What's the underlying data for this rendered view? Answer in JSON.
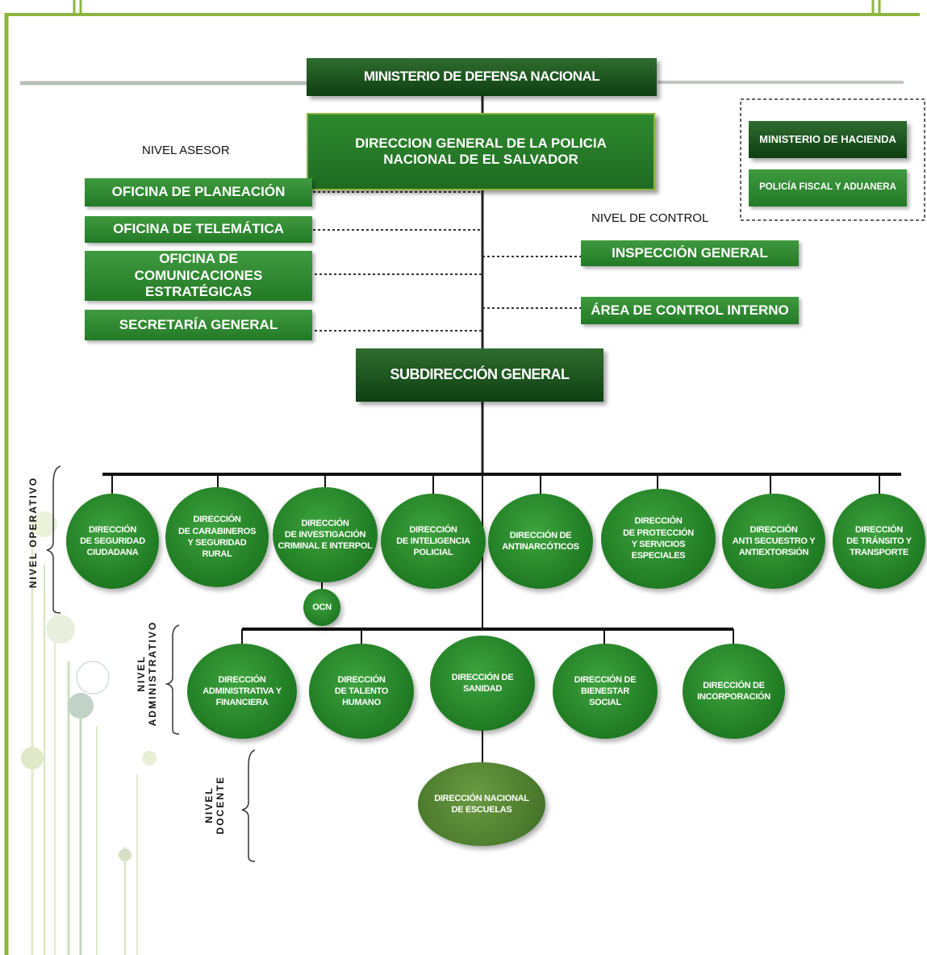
{
  "top": {
    "ministerio": "MINISTERIO DE DEFENSA NACIONAL",
    "direccion_general": "DIRECCION GENERAL DE LA POLICIA NACIONAL DE EL SALVADOR",
    "subdireccion": "SUBDIRECCIÓN GENERAL"
  },
  "asesor": {
    "label": "NIVEL ASESOR",
    "items": [
      "OFICINA DE PLANEACIÓN",
      "OFICINA DE TELEMÁTICA",
      "OFICINA DE COMUNICACIONES ESTRATÉGICAS",
      "SECRETARÍA GENERAL"
    ]
  },
  "control": {
    "label": "NIVEL DE CONTROL",
    "items": [
      "INSPECCIÓN GENERAL",
      "ÁREA DE CONTROL INTERNO"
    ]
  },
  "hacienda": {
    "ministerio": "MINISTERIO DE HACIENDA",
    "policia": "POLICÍA FISCAL Y ADUANERA"
  },
  "levels": {
    "operativo": "NIVEL OPERATIVO",
    "administrativo": "NIVEL\nADMINISTRATIVO",
    "docente": "NIVEL\nDOCENTE"
  },
  "operativo": [
    "DIRECCIÓN\nDE SEGURIDAD\nCIUDADANA",
    "DIRECCIÓN\nDE CARABINEROS\nY SEGURIDAD\nRURAL",
    "DIRECCIÓN\nDE INVESTIGACIÓN\nCRIMINAL E INTERPOL",
    "DIRECCIÓN\nDE INTELIGENCIA\nPOLICIAL",
    "DIRECCIÓN DE\nANTINARCÓTICOS",
    "DIRECCIÓN\nDE PROTECCIÓN\nY SERVICIOS\nESPECIALES",
    "DIRECCIÓN\nANTI SECUESTRO Y\nANTIEXTORSIÓN",
    "DIRECCIÓN\nDE TRÁNSITO Y\nTRANSPORTE"
  ],
  "ocn": "OCN",
  "administrativo": [
    "DIRECCIÓN\nADMINISTRATIVA Y\nFINANCIERA",
    "DIRECCIÓN\nDE TALENTO\nHUMANO",
    "DIRECCIÓN DE\nSANIDAD",
    "DIRECCIÓN DE\nBIENESTAR\nSOCIAL",
    "DIRECCIÓN DE\nINCORPORACIÓN"
  ],
  "docente": "DIRECCIÓN NACIONAL\nDE ESCUELAS",
  "colors": {
    "frame": "#8db640",
    "dark_box": "#1a5a1e",
    "green_box": "#2e8b32",
    "oval": "#238a27",
    "docente": "#4a7a2c"
  }
}
